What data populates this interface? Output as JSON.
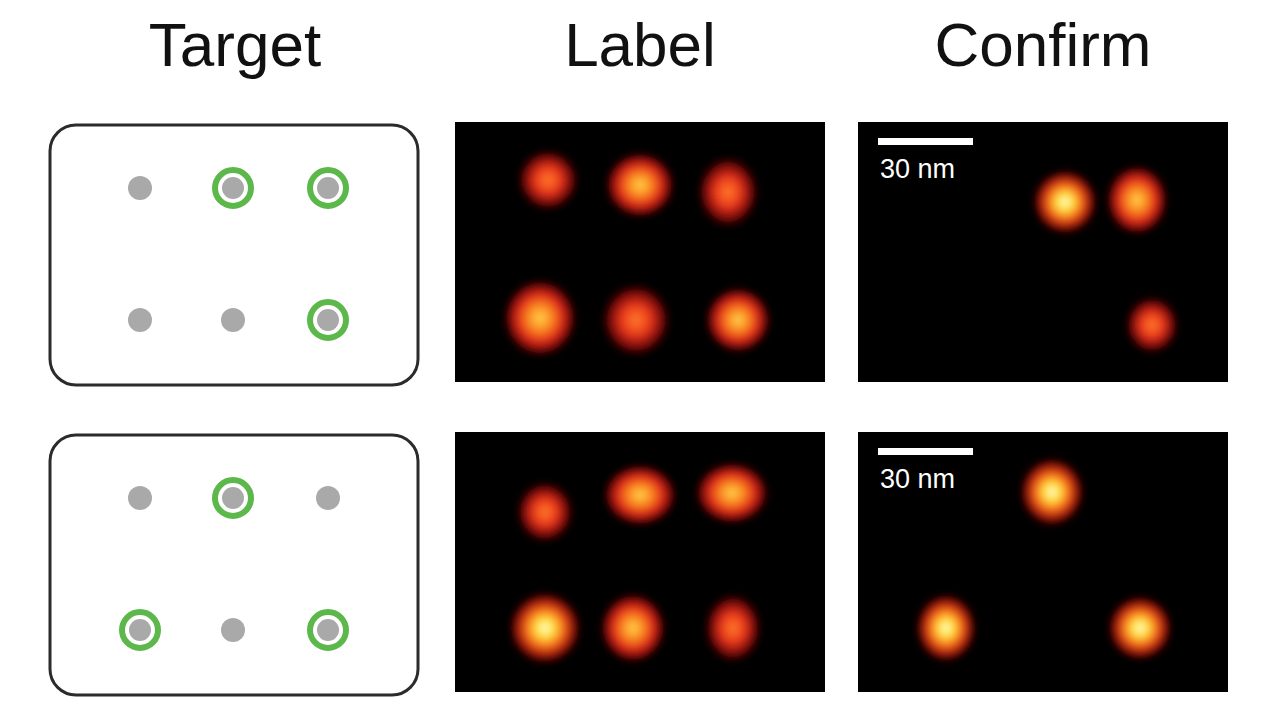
{
  "diagram": {
    "labels": [
      "Target",
      "Label",
      "Confirm",
      "30 nm",
      "30 nm"
    ]
  }
}
